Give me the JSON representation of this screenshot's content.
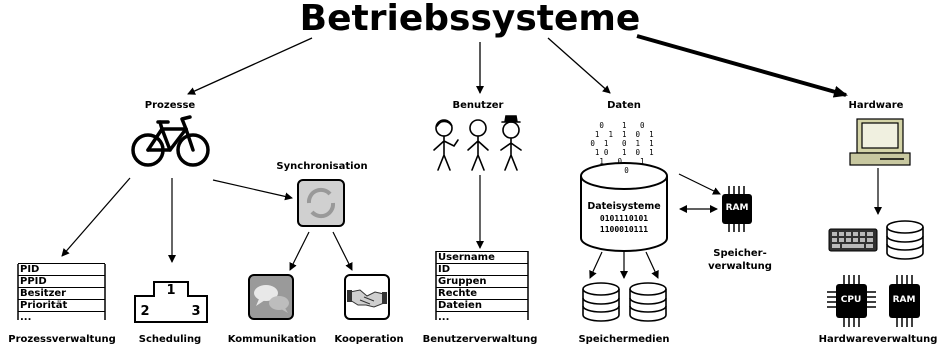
{
  "title": "Betriebssysteme",
  "nodes": {
    "prozesse": "Prozesse",
    "benutzer": "Benutzer",
    "daten": "Daten",
    "hardware": "Hardware",
    "synchronisation": "Synchronisation",
    "prozessverwaltung": "Prozessverwaltung",
    "scheduling": "Scheduling",
    "kommunikation": "Kommunikation",
    "kooperation": "Kooperation",
    "benutzerverwaltung": "Benutzerverwaltung",
    "speichermedien": "Speichermedien",
    "speicherverwaltung_line1": "Speicher-",
    "speicherverwaltung_line2": "verwaltung",
    "hardwareverwaltung": "Hardwareverwaltung"
  },
  "process_table": [
    "PID",
    "PPID",
    "Besitzer",
    "Priorität",
    "..."
  ],
  "user_table": [
    "Username",
    "ID",
    "Gruppen",
    "Rechte",
    "Dateien",
    "..."
  ],
  "podium": {
    "first": "1",
    "second": "2",
    "third": "3"
  },
  "filesystem": {
    "label": "Dateisysteme",
    "bits_line1": "0101110101",
    "bits_line2": "1100010111"
  },
  "floating_bits": "0    1   0\n 1  1  1  0  1\n0  1   0  1  1\n 1 0   1  0  1\n1   0    1\n  0",
  "chips": {
    "ram": "RAM",
    "cpu": "CPU"
  },
  "icons": [
    "bicycle-icon",
    "sync-icon",
    "chat-bubbles-icon",
    "handshake-icon",
    "stick-figures-icon",
    "computer-icon",
    "keyboard-icon",
    "disk-stack-icon",
    "chip-icon"
  ]
}
